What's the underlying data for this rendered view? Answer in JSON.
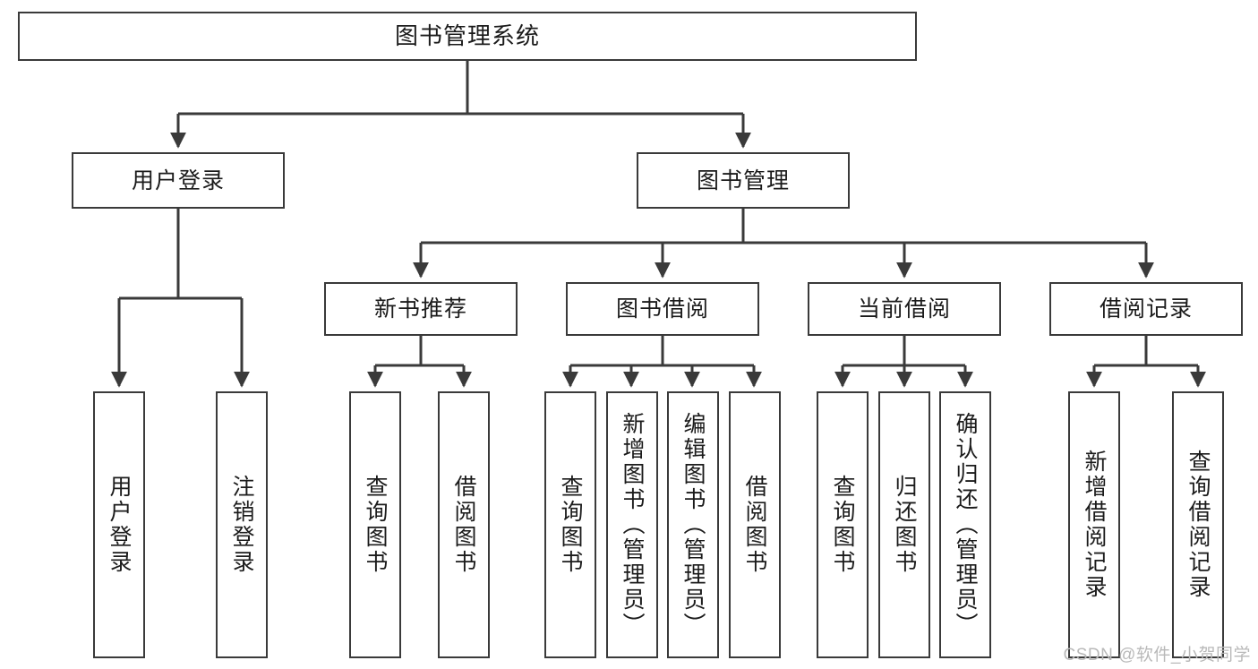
{
  "diagram": {
    "type": "hierarchy-tree",
    "title": "图书管理系统",
    "levels": 4,
    "root": {
      "id": "root",
      "label": "图书管理系统",
      "orientation": "horizontal"
    },
    "level2": [
      {
        "id": "user-login",
        "label": "用户登录",
        "orientation": "horizontal"
      },
      {
        "id": "book-manage",
        "label": "图书管理",
        "orientation": "horizontal"
      }
    ],
    "level3": [
      {
        "id": "new-book-rec",
        "label": "新书推荐",
        "orientation": "horizontal",
        "parent": "book-manage"
      },
      {
        "id": "book-borrow",
        "label": "图书借阅",
        "orientation": "horizontal",
        "parent": "book-manage"
      },
      {
        "id": "current-borrow",
        "label": "当前借阅",
        "orientation": "horizontal",
        "parent": "book-manage"
      },
      {
        "id": "borrow-record",
        "label": "借阅记录",
        "orientation": "horizontal",
        "parent": "book-manage"
      }
    ],
    "leaves": [
      {
        "id": "leaf-user-login",
        "label": "用户登录",
        "parent": "user-login",
        "orientation": "vertical"
      },
      {
        "id": "leaf-logout",
        "label": "注销登录",
        "parent": "user-login",
        "orientation": "vertical"
      },
      {
        "id": "leaf-query-book-1",
        "label": "查询图书",
        "parent": "new-book-rec",
        "orientation": "vertical"
      },
      {
        "id": "leaf-borrow-book-1",
        "label": "借阅图书",
        "parent": "new-book-rec",
        "orientation": "vertical"
      },
      {
        "id": "leaf-query-book-2",
        "label": "查询图书",
        "parent": "book-borrow",
        "orientation": "vertical"
      },
      {
        "id": "leaf-add-book",
        "label": "新增图书（管理员）",
        "parent": "book-borrow",
        "orientation": "vertical"
      },
      {
        "id": "leaf-edit-book",
        "label": "编辑图书（管理员）",
        "parent": "book-borrow",
        "orientation": "vertical"
      },
      {
        "id": "leaf-borrow-book-2",
        "label": "借阅图书",
        "parent": "book-borrow",
        "orientation": "vertical"
      },
      {
        "id": "leaf-query-book-3",
        "label": "查询图书",
        "parent": "current-borrow",
        "orientation": "vertical"
      },
      {
        "id": "leaf-return-book",
        "label": "归还图书",
        "parent": "current-borrow",
        "orientation": "vertical"
      },
      {
        "id": "leaf-confirm-return",
        "label": "确认归还（管理员）",
        "parent": "current-borrow",
        "orientation": "vertical"
      },
      {
        "id": "leaf-add-record",
        "label": "新增借阅记录",
        "parent": "borrow-record",
        "orientation": "vertical"
      },
      {
        "id": "leaf-query-record",
        "label": "查询借阅记录",
        "parent": "borrow-record",
        "orientation": "vertical"
      }
    ],
    "colors": {
      "border": "#3a3a3a",
      "text": "#1b1b1b",
      "background": "#ffffff",
      "connector": "#3a3a3a",
      "watermark": "#b9b9b9"
    }
  },
  "watermark": {
    "text": "CSDN @软件_小贺同学"
  }
}
